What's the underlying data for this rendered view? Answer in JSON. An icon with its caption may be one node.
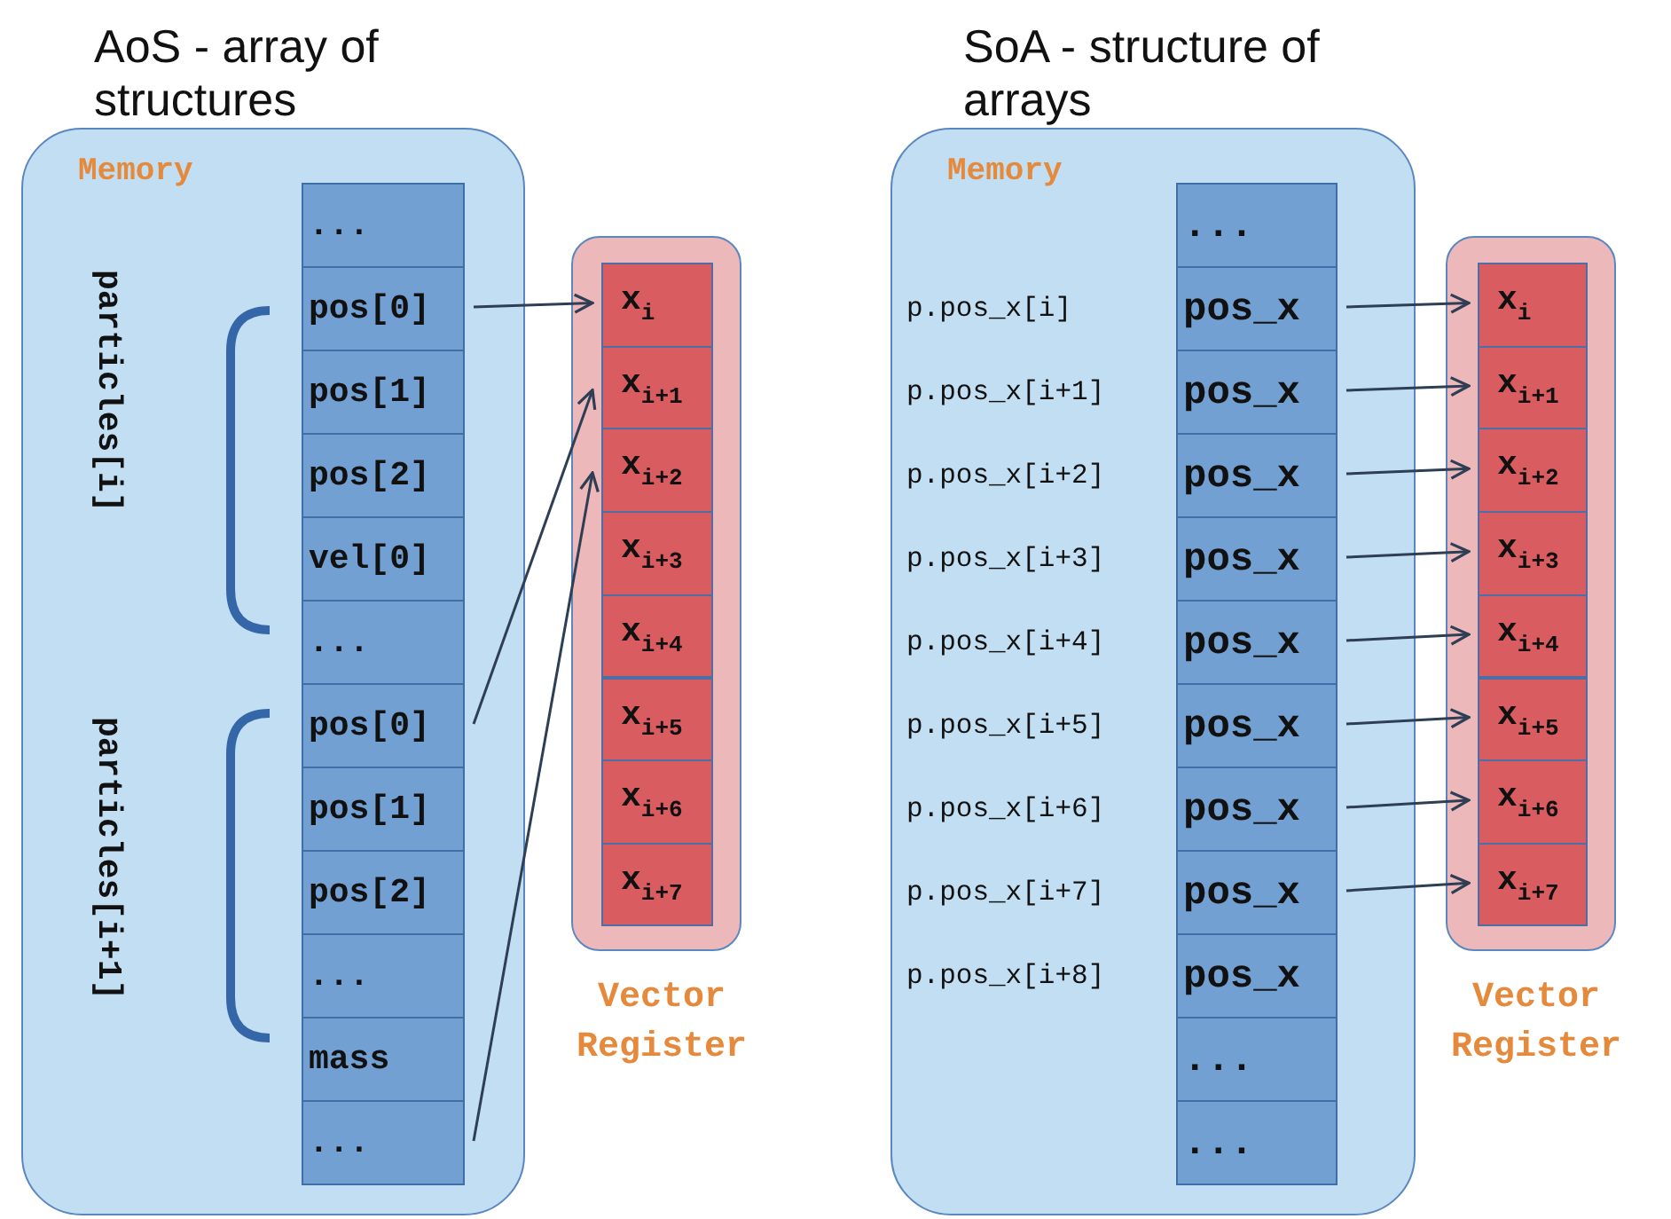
{
  "diagram": {
    "nodes": [
      {
        "text": [
          "AoS - array of structures",
          "Memory"
        ]
      },
      {
        "text": [
          "..."
        ],
        "in": 0
      },
      {
        "text": [
          "pos[0]"
        ],
        "in": 0
      },
      {
        "text": [
          "pos[1]"
        ],
        "in": 0
      },
      {
        "text": [
          "pos[2]"
        ],
        "in": 0
      },
      {
        "text": [
          "vel[0]"
        ],
        "in": 0
      },
      {
        "text": [
          "..."
        ],
        "in": 0
      },
      {
        "text": [
          "pos[0]"
        ],
        "in": 0
      },
      {
        "text": [
          "pos[1]"
        ],
        "in": 0
      },
      {
        "text": [
          "pos[2]"
        ],
        "in": 0
      },
      {
        "text": [
          "..."
        ],
        "in": 0
      },
      {
        "text": [
          "mass"
        ],
        "in": 0
      },
      {
        "text": [
          "..."
        ],
        "in": 0
      },
      {
        "text": [
          "Vector Register"
        ]
      },
      {
        "text": [
          "x$_{i}$"
        ],
        "in": 13
      },
      {
        "text": [
          "x$_{i+1}$"
        ],
        "in": 13
      },
      {
        "text": [
          "x$_{i+2}$"
        ],
        "in": 13
      },
      {
        "text": [
          "x$_{i+3}$"
        ],
        "in": 13
      },
      {
        "text": [
          "x$_{i+4}$"
        ],
        "in": 13
      },
      {
        "text": [
          "x$_{i+5}$"
        ],
        "in": 13
      },
      {
        "text": [
          "x$_{i+6}$"
        ],
        "in": 13
      },
      {
        "text": [
          "x$_{i+7}$"
        ],
        "in": 13
      },
      {
        "text": [
          "SoA - structure of arrays",
          "Memory"
        ]
      },
      {
        "text": [
          "..."
        ],
        "in": 22
      },
      {
        "text": [
          "pos_x"
        ],
        "in": 22,
        "beside": [
          "p.pos_x[i]"
        ]
      },
      {
        "text": [
          "pos_x"
        ],
        "in": 22,
        "beside": [
          "p.pos_x[i+1]"
        ]
      },
      {
        "text": [
          "pos_x"
        ],
        "in": 22,
        "beside": [
          "p.pos_x[i+2]"
        ]
      },
      {
        "text": [
          "pos_x"
        ],
        "in": 22,
        "beside": [
          "p.pos_x[i+3]"
        ]
      },
      {
        "text": [
          "pos_x"
        ],
        "in": 22,
        "beside": [
          "p.pos_x[i+4]"
        ]
      },
      {
        "text": [
          "pos_x"
        ],
        "in": 22,
        "beside": [
          "p.pos_x[i+5]"
        ]
      },
      {
        "text": [
          "pos_x"
        ],
        "in": 22,
        "beside": [
          "p.pos_x[i+6]"
        ]
      },
      {
        "text": [
          "pos_x"
        ],
        "in": 22,
        "beside": [
          "p.pos_x[i+7]"
        ]
      },
      {
        "text": [
          "pos_x"
        ],
        "in": 22,
        "beside": [
          "p.pos_x[i+8]"
        ]
      },
      {
        "text": [
          "..."
        ],
        "in": 22
      },
      {
        "text": [
          "..."
        ],
        "in": 22
      },
      {
        "text": [
          "Vector Register"
        ]
      },
      {
        "text": [
          "x$_{i}$"
        ],
        "in": 35
      },
      {
        "text": [
          "x$_{i+1}$"
        ],
        "in": 35
      },
      {
        "text": [
          "x$_{i+2}$"
        ],
        "in": 35
      },
      {
        "text": [
          "x$_{i+3}$"
        ],
        "in": 35
      },
      {
        "text": [
          "x$_{i+4}$"
        ],
        "in": 35
      },
      {
        "text": [
          "x$_{i+5}$"
        ],
        "in": 35
      },
      {
        "text": [
          "x$_{i+6}$"
        ],
        "in": 35
      },
      {
        "text": [
          "x$_{i+7}$"
        ],
        "in": 35
      }
    ],
    "edges": [
      {
        "from": 2,
        "to": 14,
        "arrow": "to"
      },
      {
        "from": 7,
        "to": 15,
        "arrow": "to"
      },
      {
        "from": 12,
        "to": 16,
        "arrow": "to"
      },
      {
        "from": 24,
        "to": 36,
        "arrow": "to"
      },
      {
        "from": 25,
        "to": 37,
        "arrow": "to"
      },
      {
        "from": 26,
        "to": 38,
        "arrow": "to"
      },
      {
        "from": 27,
        "to": 39,
        "arrow": "to"
      },
      {
        "from": 28,
        "to": 40,
        "arrow": "to"
      },
      {
        "from": 29,
        "to": 41,
        "arrow": "to"
      },
      {
        "from": 30,
        "to": 42,
        "arrow": "to"
      },
      {
        "from": 31,
        "to": 43,
        "arrow": "to"
      }
    ],
    "labels": [
      "particles[i]",
      "particles[i+1]"
    ]
  }
}
